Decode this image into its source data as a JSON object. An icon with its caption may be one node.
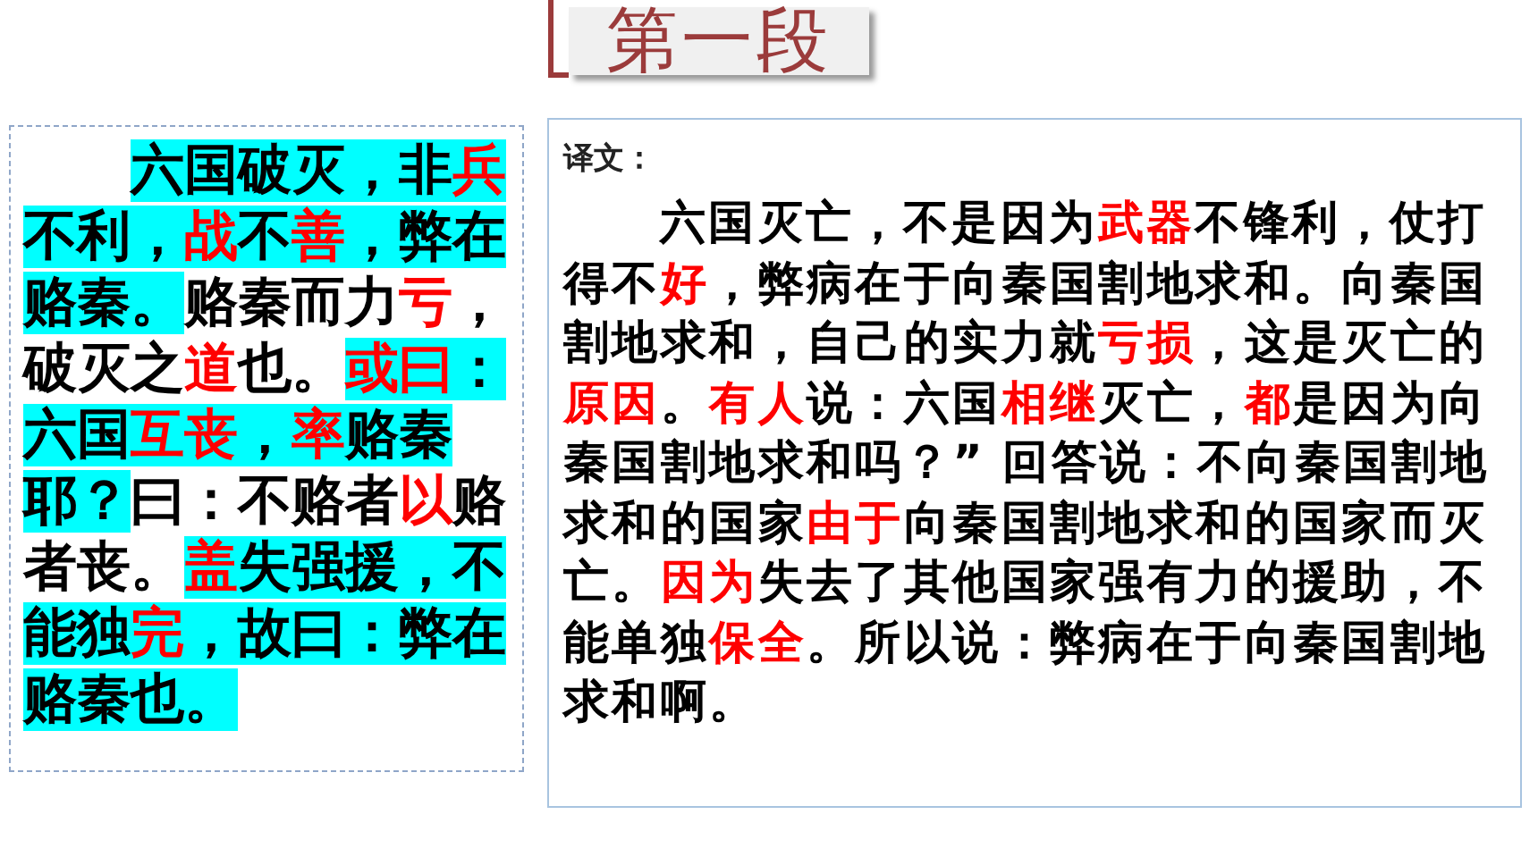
{
  "diagram": {
    "title": "第一段",
    "nodes": [
      {
        "text": [
          "六国破灭，非**兵**不利，**战**不**善**，弊在赂秦。",
          "赂秦而力**亏**，破灭之**道**也。",
          "**或曰**：六国**互丧**，**率**赂秦耶？",
          "曰：不赂者**以**赂者丧。",
          "**盖**失强援，不能独**完**，故曰：弊在赂秦也。"
        ]
      },
      {
        "text": [
          "译文：",
          "六国灭亡，不是因为**武器**不锋利，仗打得不**好**，弊病在于向秦国割地求和。向秦国割地求和，自己的实力就**亏损**，这是灭亡的**原因**。**有人**说：六国**相继**灭亡，**都**是因为向秦国割地求和吗？” 回答说：不向秦国割地求和的国家**由于**向秦国割地求和的国家而灭亡。**因为**失去了其他国家强有力的援助，不能单独**保全**。所以说：弊病在于向秦国割地求和啊。"
        ]
      }
    ]
  }
}
